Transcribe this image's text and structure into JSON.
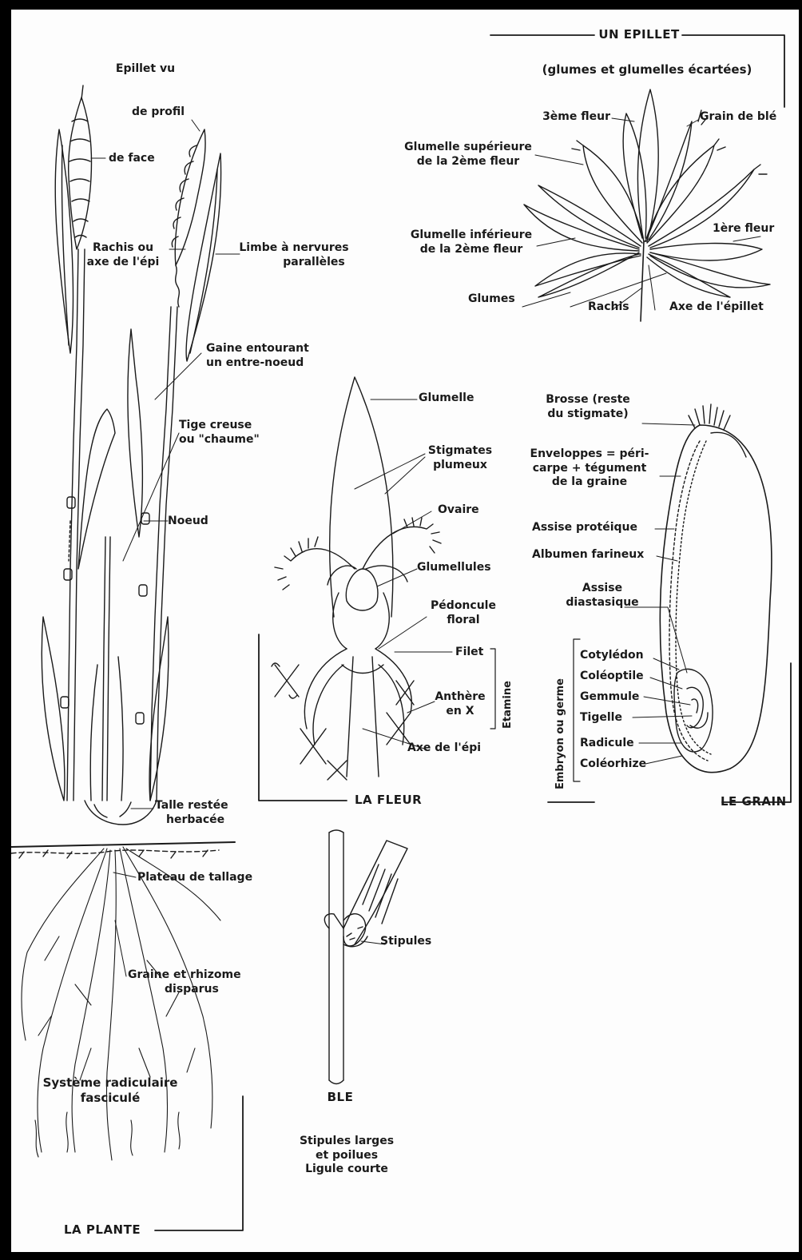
{
  "plant": {
    "epillet_vu": "Epillet vu",
    "de_profil": "de profil",
    "de_face": "de face",
    "rachis": [
      "Rachis ou",
      "axe de l'épi"
    ],
    "limbe": [
      "Limbe à nervures",
      "parallèles"
    ],
    "gaine": [
      "Gaine entourant",
      "un entre-noeud"
    ],
    "tige": [
      "Tige creuse",
      "ou \"chaume\""
    ],
    "noeud": "Noeud",
    "talle": [
      "Talle restée",
      "herbacée"
    ],
    "plateau": "Plateau de tallage",
    "graine_rhizome": [
      "Graine et rhizome",
      "disparus"
    ],
    "systeme": [
      "Système radiculaire",
      "fasciculé"
    ],
    "title": "LA PLANTE"
  },
  "epillet": {
    "title": "UN EPILLET",
    "subtitle": "(glumes et glumelles écartées)",
    "troisieme": "3ème fleur",
    "grain_ble": "Grain de blé",
    "glumelle_sup": [
      "Glumelle supérieure",
      "de la 2ème fleur"
    ],
    "glumelle_inf": [
      "Glumelle inférieure",
      "de la 2ème fleur"
    ],
    "premiere": "1ère fleur",
    "glumes": "Glumes",
    "rachis": "Rachis",
    "axe": "Axe de l'épillet"
  },
  "fleur": {
    "glumelle": "Glumelle",
    "stigmates": [
      "Stigmates",
      "plumeux"
    ],
    "ovaire": "Ovaire",
    "glumellules": "Glumellules",
    "pedoncule": [
      "Pédoncule",
      "floral"
    ],
    "filet": "Filet",
    "anthere": [
      "Anthère",
      "en X"
    ],
    "axe_epi": "Axe de l'épi",
    "etamine": "Etamine",
    "title": "LA FLEUR"
  },
  "grain": {
    "brosse": [
      "Brosse (reste",
      "du stigmate)"
    ],
    "enveloppes": [
      "Enveloppes = péri-",
      "carpe + tégument",
      "de la graine"
    ],
    "assise_proteique": "Assise protéique",
    "albumen": "Albumen farineux",
    "assise_diastasique": [
      "Assise",
      "diastasique"
    ],
    "cotyledon": "Cotylédon",
    "coleoptile": "Coléoptile",
    "gemmule": "Gemmule",
    "tigelle": "Tigelle",
    "radicule": "Radicule",
    "coleorhize": "Coléorhize",
    "embryon": "Embryon ou germe",
    "title": "LE GRAIN"
  },
  "ble": {
    "stipules": "Stipules",
    "title": "BLE",
    "caption": [
      "Stipules larges",
      "et poilues",
      "Ligule courte"
    ]
  }
}
